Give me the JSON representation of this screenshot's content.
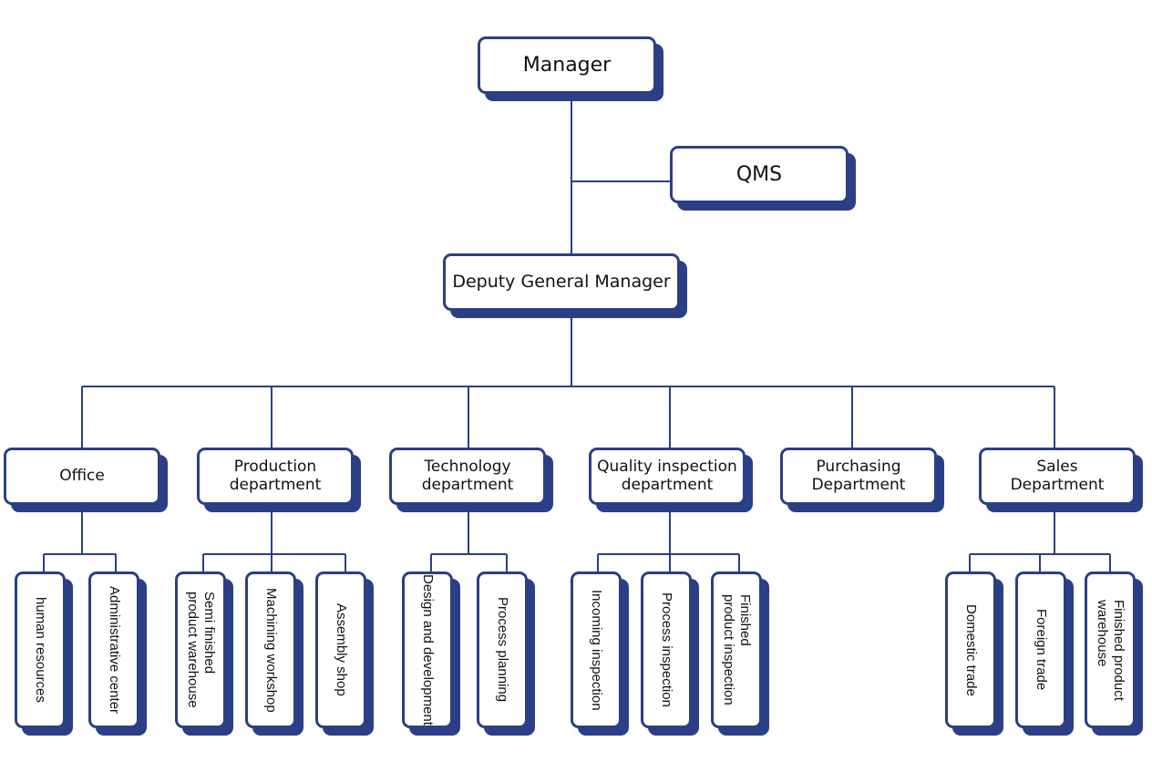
{
  "top": {
    "manager": "Manager",
    "qms": "QMS",
    "deputy": "Deputy General Manager"
  },
  "departments": [
    {
      "label": "Office",
      "children": [
        "human resources",
        "Administrative center"
      ]
    },
    {
      "label": "Production\ndepartment",
      "children": [
        "Semi finished\nproduct warehouse",
        "Machining workshop",
        "Assembly shop"
      ]
    },
    {
      "label": "Technology\ndepartment",
      "children": [
        "Design and development",
        "Process planning"
      ]
    },
    {
      "label": "Quality inspection\ndepartment",
      "children": [
        "Incoming inspection",
        "Process inspection",
        "Finished\nproduct inspection"
      ]
    },
    {
      "label": "Purchasing\nDepartment",
      "children": []
    },
    {
      "label": "Sales\nDepartment",
      "children": [
        "Domestic trade",
        "Foreign trade",
        "Finished product\nwarehouse"
      ]
    }
  ],
  "colors": {
    "line": "#2b3f86",
    "box_border": "#2b3f86",
    "shadow": "#2b3f86",
    "text": "#111111"
  }
}
